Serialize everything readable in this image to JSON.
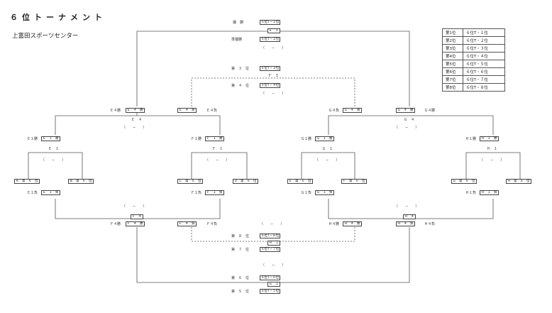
{
  "title": "６位トーナメント",
  "venue": "上富田スポーツセンター",
  "ranking": [
    {
      "rank": "第1位",
      "slot": "６位T・１位"
    },
    {
      "rank": "第2位",
      "slot": "６位T・２位"
    },
    {
      "rank": "第3位",
      "slot": "６位T・３位"
    },
    {
      "rank": "第4位",
      "slot": "６位T・４位"
    },
    {
      "rank": "第5位",
      "slot": "６位T・５位"
    },
    {
      "rank": "第6位",
      "slot": "６位T・６位"
    },
    {
      "rank": "第7位",
      "slot": "６位T・７位"
    },
    {
      "rank": "第8位",
      "slot": "６位T・８位"
    }
  ],
  "center": {
    "champ": "優　勝",
    "champ_slot": "６位T・１位",
    "final_code": "Ｅ　Ｉ",
    "runner": "準優勝",
    "runner_slot": "６位T・２位",
    "final_score": "（　　−　　）",
    "third": "第　３　位",
    "third_slot": "６位T・３位",
    "third_code": "Ｆ　Ｉ",
    "fourth": "第　４　位",
    "fourth_slot": "６位T・４位",
    "third_score": "（　　−　　）",
    "eighth": "第　８　位",
    "eighth_slot": "６位T・８位",
    "seventh_code": "Ｈ　Ｊ",
    "seventh": "第　７　位",
    "seventh_slot": "６位T・７位",
    "seventh_score": "（　　−　　）",
    "sixth": "第　６　位",
    "sixth_slot": "６位T・６位",
    "fifth_code": "Ｇ　Ｉ",
    "fifth": "第　５　位",
    "fifth_slot": "６位T・５位",
    "mid_score": "（　　−　　）",
    "left_bottom_code": "Ｆ　４",
    "right_bottom_code": "Ｈ　４"
  },
  "left": {
    "e4_win": "Ｅ４勝",
    "e4_win_box": "Ｅ　４　勝",
    "e4_lose_box": "Ｅ　４　負",
    "e4_lose": "Ｅ４負",
    "e4_code": "Ｅ　４",
    "e4_score": "（　　−　　）",
    "e1_win": "Ｅ１勝",
    "e1_win_box": "Ｅ　１　勝",
    "e1_code": "Ｅ　１",
    "e1_score": "（　　−　　）",
    "a": "Ａ",
    "a_box": "Ａ　第　６　位",
    "b_box": "Ｂ　第　６　位",
    "e1_lose": "Ｅ１負",
    "e1_lose_box": "Ｅ　１　負",
    "f1_win": "Ｆ１勝",
    "f1_win_box": "Ｆ　１　勝",
    "f1_code": "Ｆ　１",
    "f1_score": "（　　−　　）",
    "c_box": "Ｃ　第　６　位",
    "d_box": "Ｄ　第　６　位",
    "f1_lose": "Ｆ１負",
    "f1_lose_box": "Ｆ　１　負",
    "f4_win": "Ｆ４勝",
    "f4_win_box": "Ｆ　４　勝",
    "f4_lose_box": "Ｆ　４　負",
    "f4_lose": "Ｆ４負",
    "f4_score": "（　　−　　）"
  },
  "right": {
    "g4_lose": "Ｇ４負",
    "g4_lose_box": "Ｇ　４　負",
    "g4_win_box": "Ｇ　４　勝",
    "g4_win": "Ｇ４勝",
    "g4_code": "Ｇ　４",
    "g4_score": "（　　−　　）",
    "g1_win": "Ｇ１勝",
    "g1_win_box": "Ｇ　１　勝",
    "g1_code": "Ｇ　１",
    "g1_score": "（　　−　　）",
    "e_box": "Ｅ　第　６　位",
    "f_box": "Ｆ　第　６　位",
    "g1_lose": "Ｇ１負",
    "g1_lose_box": "Ｇ　１　負",
    "h1_win": "Ｈ１勝",
    "h1_win_box": "Ｈ　１　勝",
    "h1_code": "Ｈ　１",
    "h1_score": "（　　−　　）",
    "g_box": "Ｇ　第　６　位",
    "h_box": "Ｈ　第　６　位",
    "h1_lose": "Ｈ１負",
    "h1_lose_box": "Ｈ　１　負",
    "h4_win": "Ｈ４勝",
    "h4_win_box": "Ｈ　４　勝",
    "h4_lose_box": "Ｈ　４　負",
    "h4_lose": "Ｈ４負",
    "h4_score": "（　　−　　）"
  }
}
